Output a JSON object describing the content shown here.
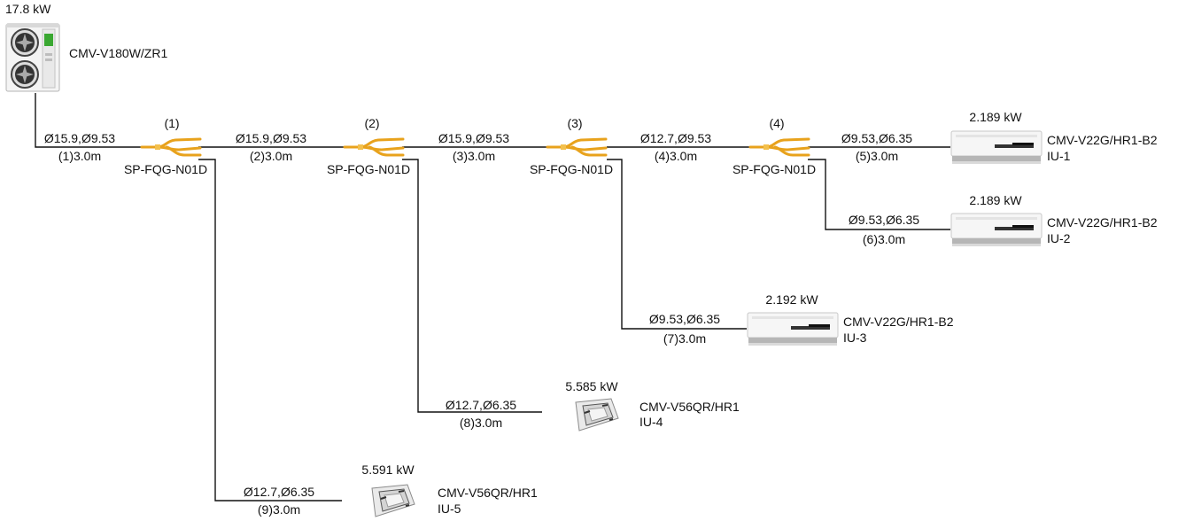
{
  "outdoor": {
    "capacity": "17.8 kW",
    "model": "CMV-V180W/ZR1",
    "icon": "outdoor-unit-icon"
  },
  "branches": [
    {
      "index": "(1)",
      "model": "SP-FQG-N01D",
      "icon": "branch-joint-icon"
    },
    {
      "index": "(2)",
      "model": "SP-FQG-N01D",
      "icon": "branch-joint-icon"
    },
    {
      "index": "(3)",
      "model": "SP-FQG-N01D",
      "icon": "branch-joint-icon"
    },
    {
      "index": "(4)",
      "model": "SP-FQG-N01D",
      "icon": "branch-joint-icon"
    }
  ],
  "pipes": [
    {
      "size": "Ø15.9,Ø9.53",
      "length": "(1)3.0m"
    },
    {
      "size": "Ø15.9,Ø9.53",
      "length": "(2)3.0m"
    },
    {
      "size": "Ø15.9,Ø9.53",
      "length": "(3)3.0m"
    },
    {
      "size": "Ø12.7,Ø9.53",
      "length": "(4)3.0m"
    },
    {
      "size": "Ø9.53,Ø6.35",
      "length": "(5)3.0m"
    },
    {
      "size": "Ø9.53,Ø6.35",
      "length": "(6)3.0m"
    },
    {
      "size": "Ø9.53,Ø6.35",
      "length": "(7)3.0m"
    },
    {
      "size": "Ø12.7,Ø6.35",
      "length": "(8)3.0m"
    },
    {
      "size": "Ø12.7,Ø6.35",
      "length": "(9)3.0m"
    }
  ],
  "indoor_units": [
    {
      "capacity": "2.189 kW",
      "model": "CMV-V22G/HR1-B2",
      "name": "IU-1",
      "type": "wall-mounted",
      "icon": "wall-unit-icon"
    },
    {
      "capacity": "2.189 kW",
      "model": "CMV-V22G/HR1-B2",
      "name": "IU-2",
      "type": "wall-mounted",
      "icon": "wall-unit-icon"
    },
    {
      "capacity": "2.192 kW",
      "model": "CMV-V22G/HR1-B2",
      "name": "IU-3",
      "type": "wall-mounted",
      "icon": "wall-unit-icon"
    },
    {
      "capacity": "5.585 kW",
      "model": "CMV-V56QR/HR1",
      "name": "IU-4",
      "type": "cassette",
      "icon": "cassette-unit-icon"
    },
    {
      "capacity": "5.591 kW",
      "model": "CMV-V56QR/HR1",
      "name": "IU-5",
      "type": "cassette",
      "icon": "cassette-unit-icon"
    }
  ],
  "colors": {
    "wire": "#111111",
    "branch_joint": "#e8a21c",
    "outdoor_accent": "#3aa832"
  }
}
